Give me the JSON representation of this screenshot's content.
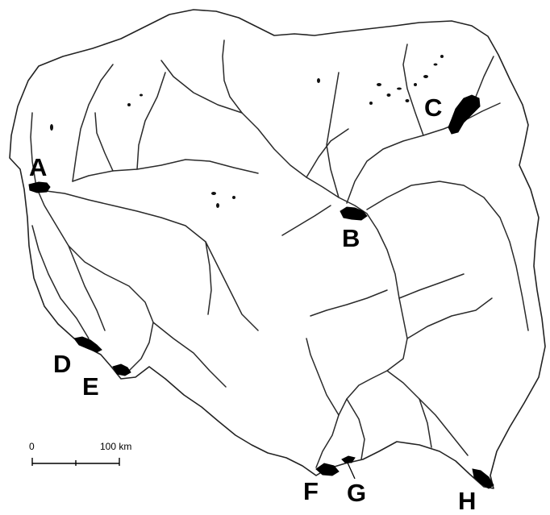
{
  "map": {
    "markers": [
      {
        "id": "A",
        "label": "A"
      },
      {
        "id": "B",
        "label": "B"
      },
      {
        "id": "C",
        "label": "C"
      },
      {
        "id": "D",
        "label": "D"
      },
      {
        "id": "E",
        "label": "E"
      },
      {
        "id": "F",
        "label": "F"
      },
      {
        "id": "G",
        "label": "G"
      },
      {
        "id": "H",
        "label": "H"
      }
    ],
    "scale_bar": {
      "start_label": "0",
      "end_label": "100 km"
    }
  }
}
